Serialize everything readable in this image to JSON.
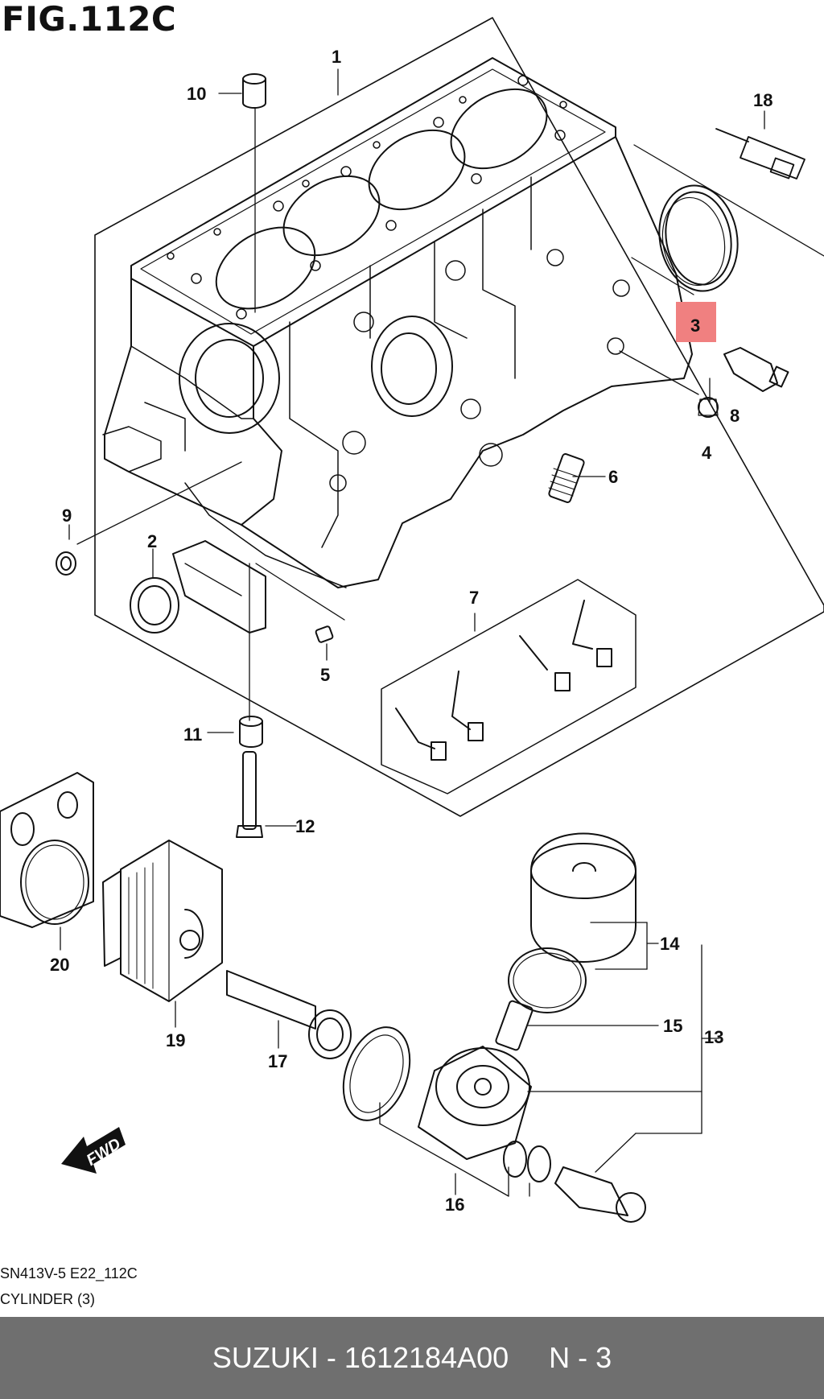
{
  "figure": {
    "title": "FIG.112C",
    "code": "SN413V-5 E22_112C",
    "name": "CYLINDER (3)"
  },
  "callouts": [
    "1",
    "2",
    "3",
    "4",
    "5",
    "6",
    "7",
    "8",
    "9",
    "10",
    "11",
    "12",
    "13",
    "14",
    "15",
    "16",
    "17",
    "18",
    "19",
    "20"
  ],
  "highlight": {
    "part": "3",
    "color": "#f08080"
  },
  "direction_label": "FWD",
  "footer": {
    "brand": "SUZUKI",
    "separator": "-",
    "part_number": "1612184A00",
    "qty": "N - 3",
    "background": "#6f6f6f"
  }
}
